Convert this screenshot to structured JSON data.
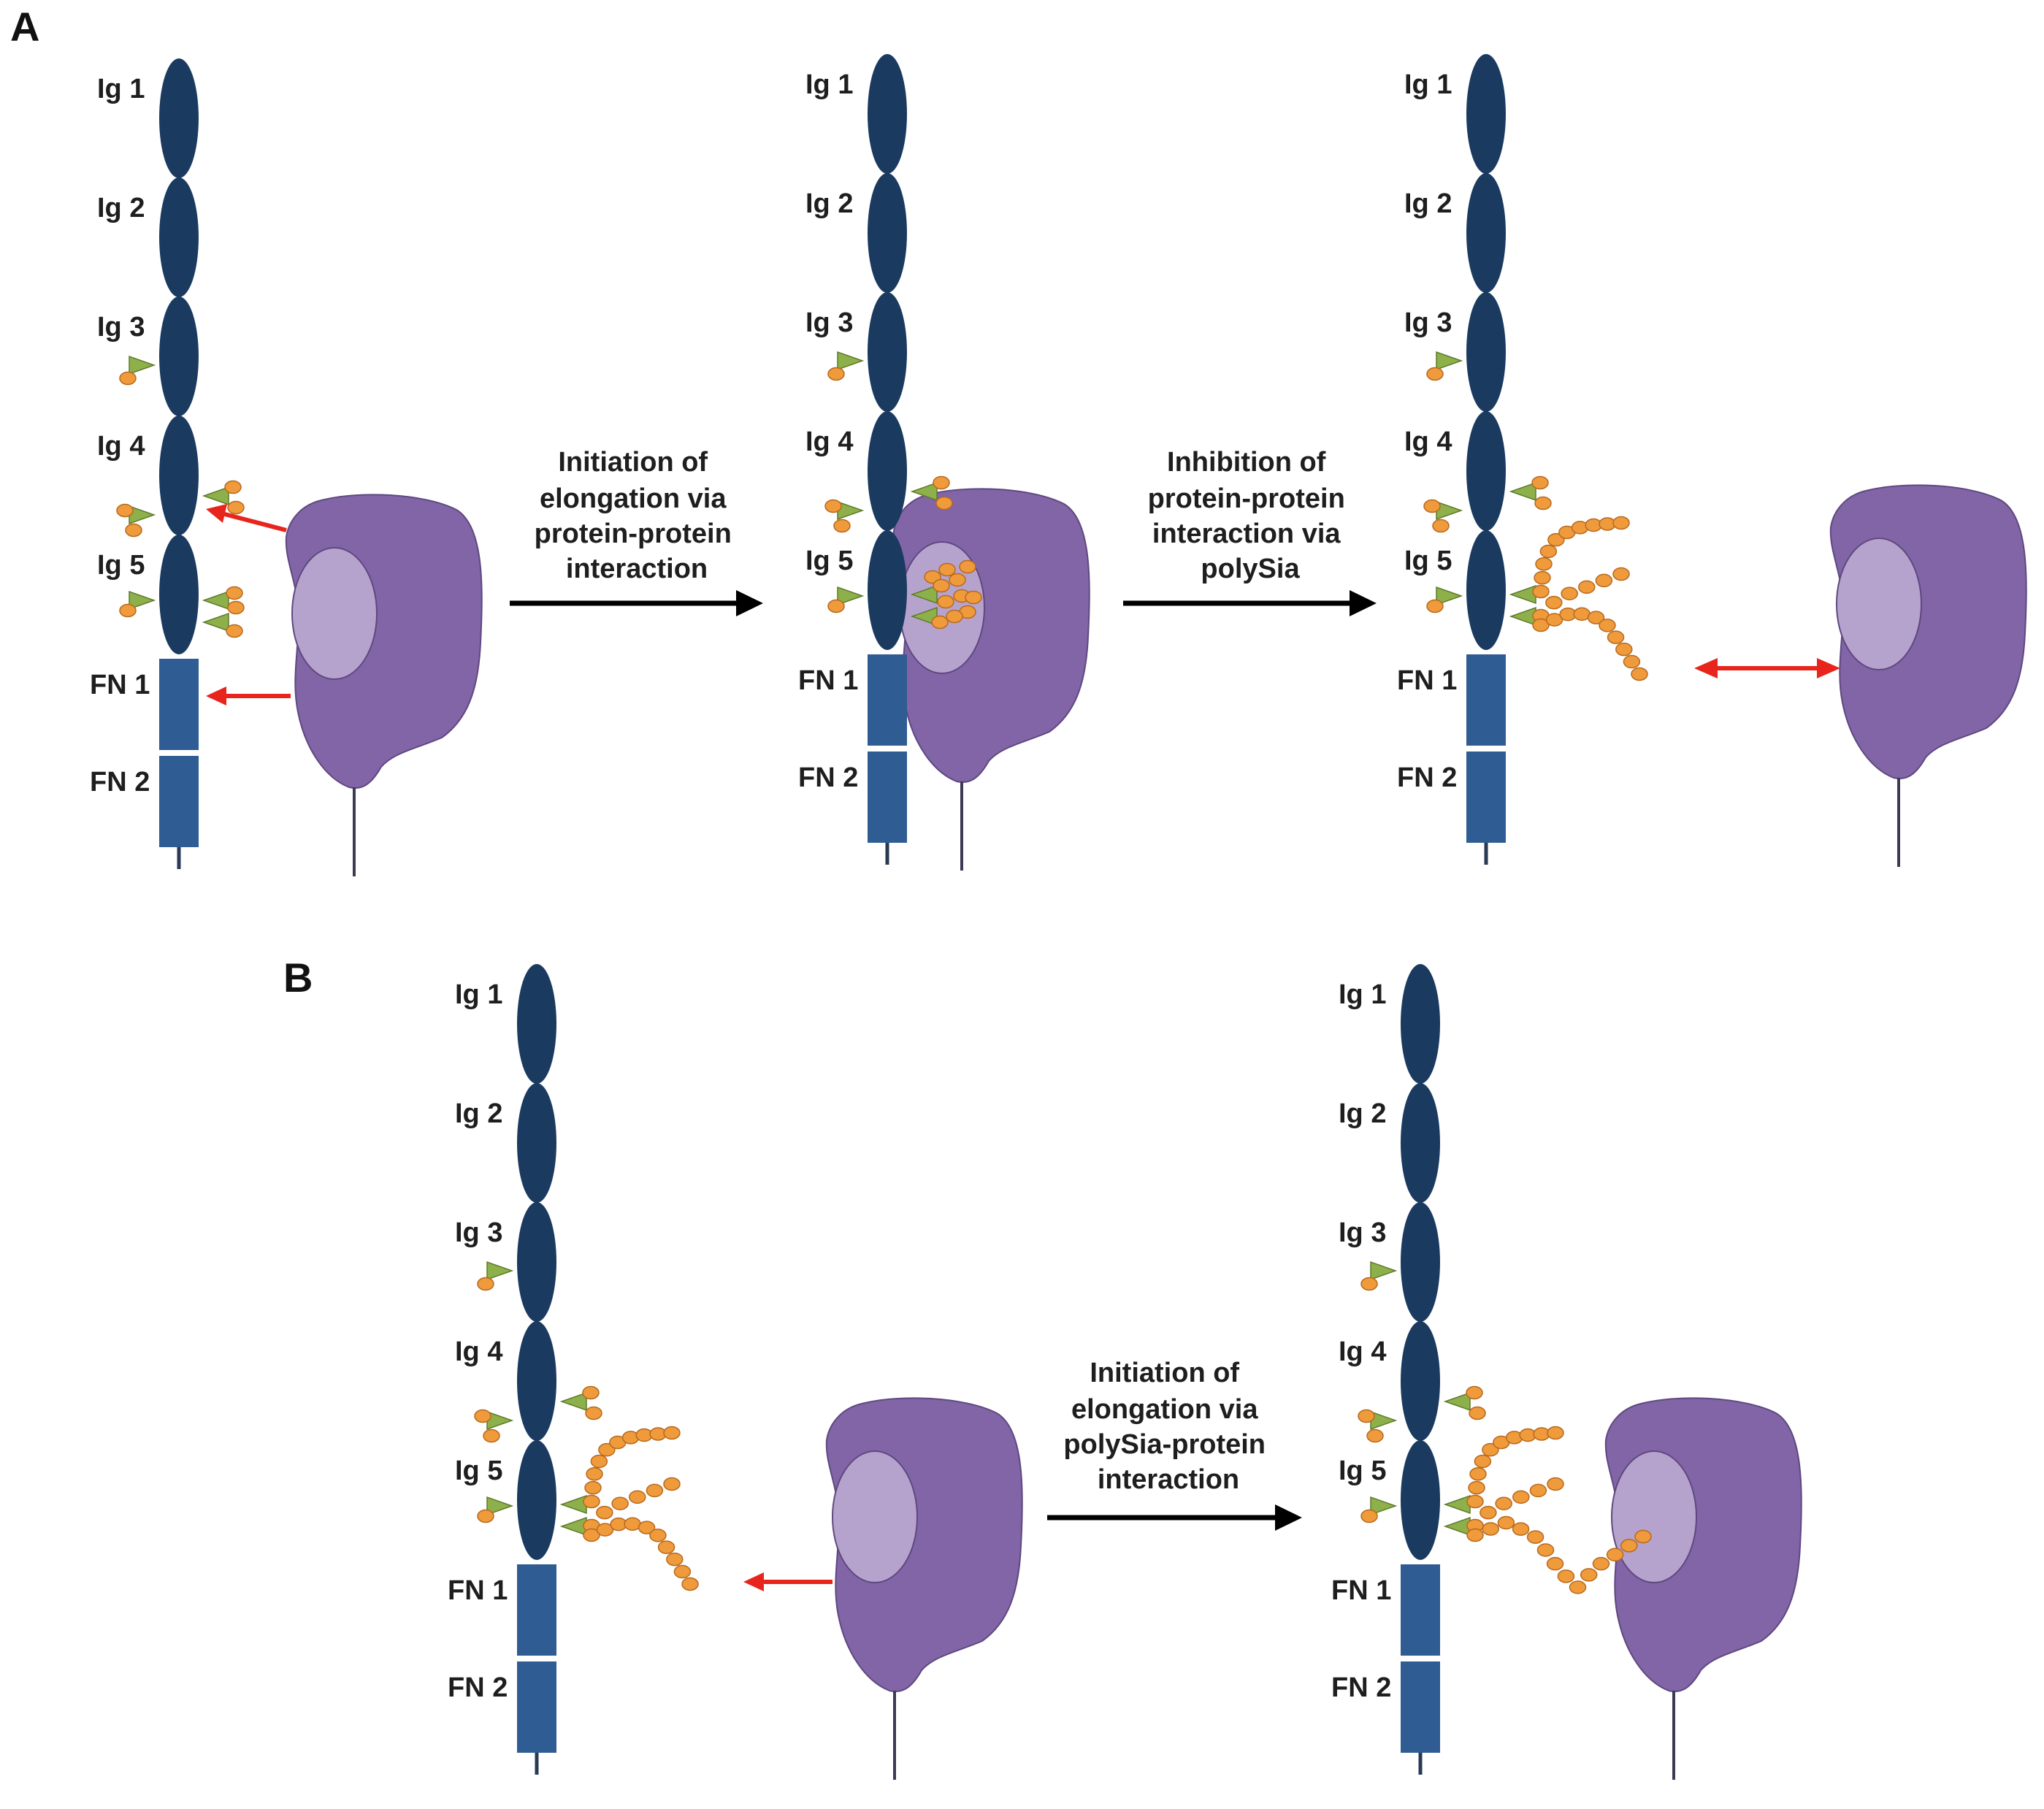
{
  "colors": {
    "ig_domain": "#1b3a60",
    "fn_domain": "#2f5c92",
    "stalk": "#2a3a55",
    "glycan_triangle": "#8db04a",
    "sialic_acid": "#ef9a3b",
    "receptor_body": "#8165a6",
    "receptor_pocket": "#b6a3cd",
    "interaction_arrow": "#e8251c",
    "process_arrow": "#000000"
  },
  "icons": {
    "ig_domain": "dark-blue-ellipse",
    "fn_domain": "blue-rectangle",
    "glycan_core": "green-triangle",
    "sialic_acid": "orange-circle",
    "receptor": "purple-blob-with-pocket"
  },
  "panel_a": {
    "label": "A",
    "step1_caption": [
      "Initiation of",
      "elongation via",
      "protein-protein",
      "interaction"
    ],
    "step2_caption": [
      "Inhibition of",
      "protein-protein",
      "interaction via",
      "polySia"
    ]
  },
  "panel_b": {
    "label": "B",
    "step1_caption": [
      "Initiation of",
      "elongation  via",
      "polySia-protein",
      "interaction"
    ]
  },
  "domain_labels": {
    "ig1": "Ig 1",
    "ig2": "Ig 2",
    "ig3": "Ig 3",
    "ig4": "Ig 4",
    "ig5": "Ig 5",
    "fn1": "FN 1",
    "fn2": "FN 2"
  }
}
